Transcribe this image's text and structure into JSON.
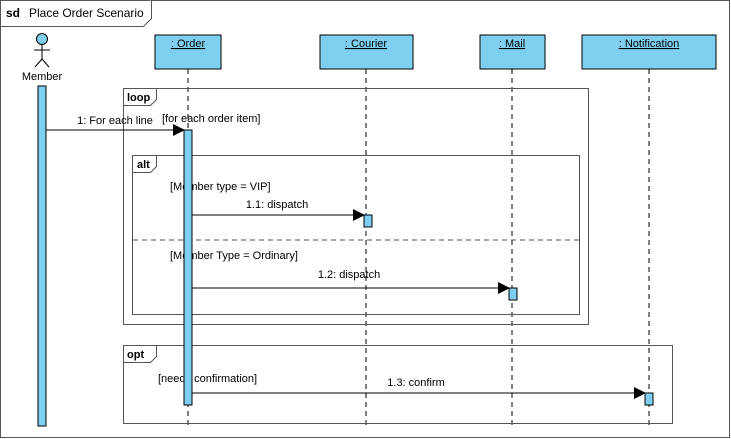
{
  "diagram": {
    "frame_kind": "sd",
    "frame_title": "Place Order Scenario"
  },
  "actor": {
    "name": "Member"
  },
  "lifelines": [
    {
      "label": ": Order"
    },
    {
      "label": ": Courier"
    },
    {
      "label": ": Mail"
    },
    {
      "label": ": Notification"
    }
  ],
  "fragments": {
    "loop": {
      "operator": "loop",
      "guard": "[for each order item]"
    },
    "alt": {
      "operator": "alt",
      "guard_1": "[Member type = VIP]",
      "guard_2": "[Member Type = Ordinary]"
    },
    "opt": {
      "operator": "opt",
      "guard": "[needs confirmation]"
    }
  },
  "messages": [
    {
      "label": "1: For each line"
    },
    {
      "label": "1.1: dispatch"
    },
    {
      "label": "1.2: dispatch"
    },
    {
      "label": "1.3: confirm"
    }
  ],
  "colors": {
    "lifeline_fill": "#7ecff0",
    "line": "#000000",
    "frame_border": "#555555"
  }
}
